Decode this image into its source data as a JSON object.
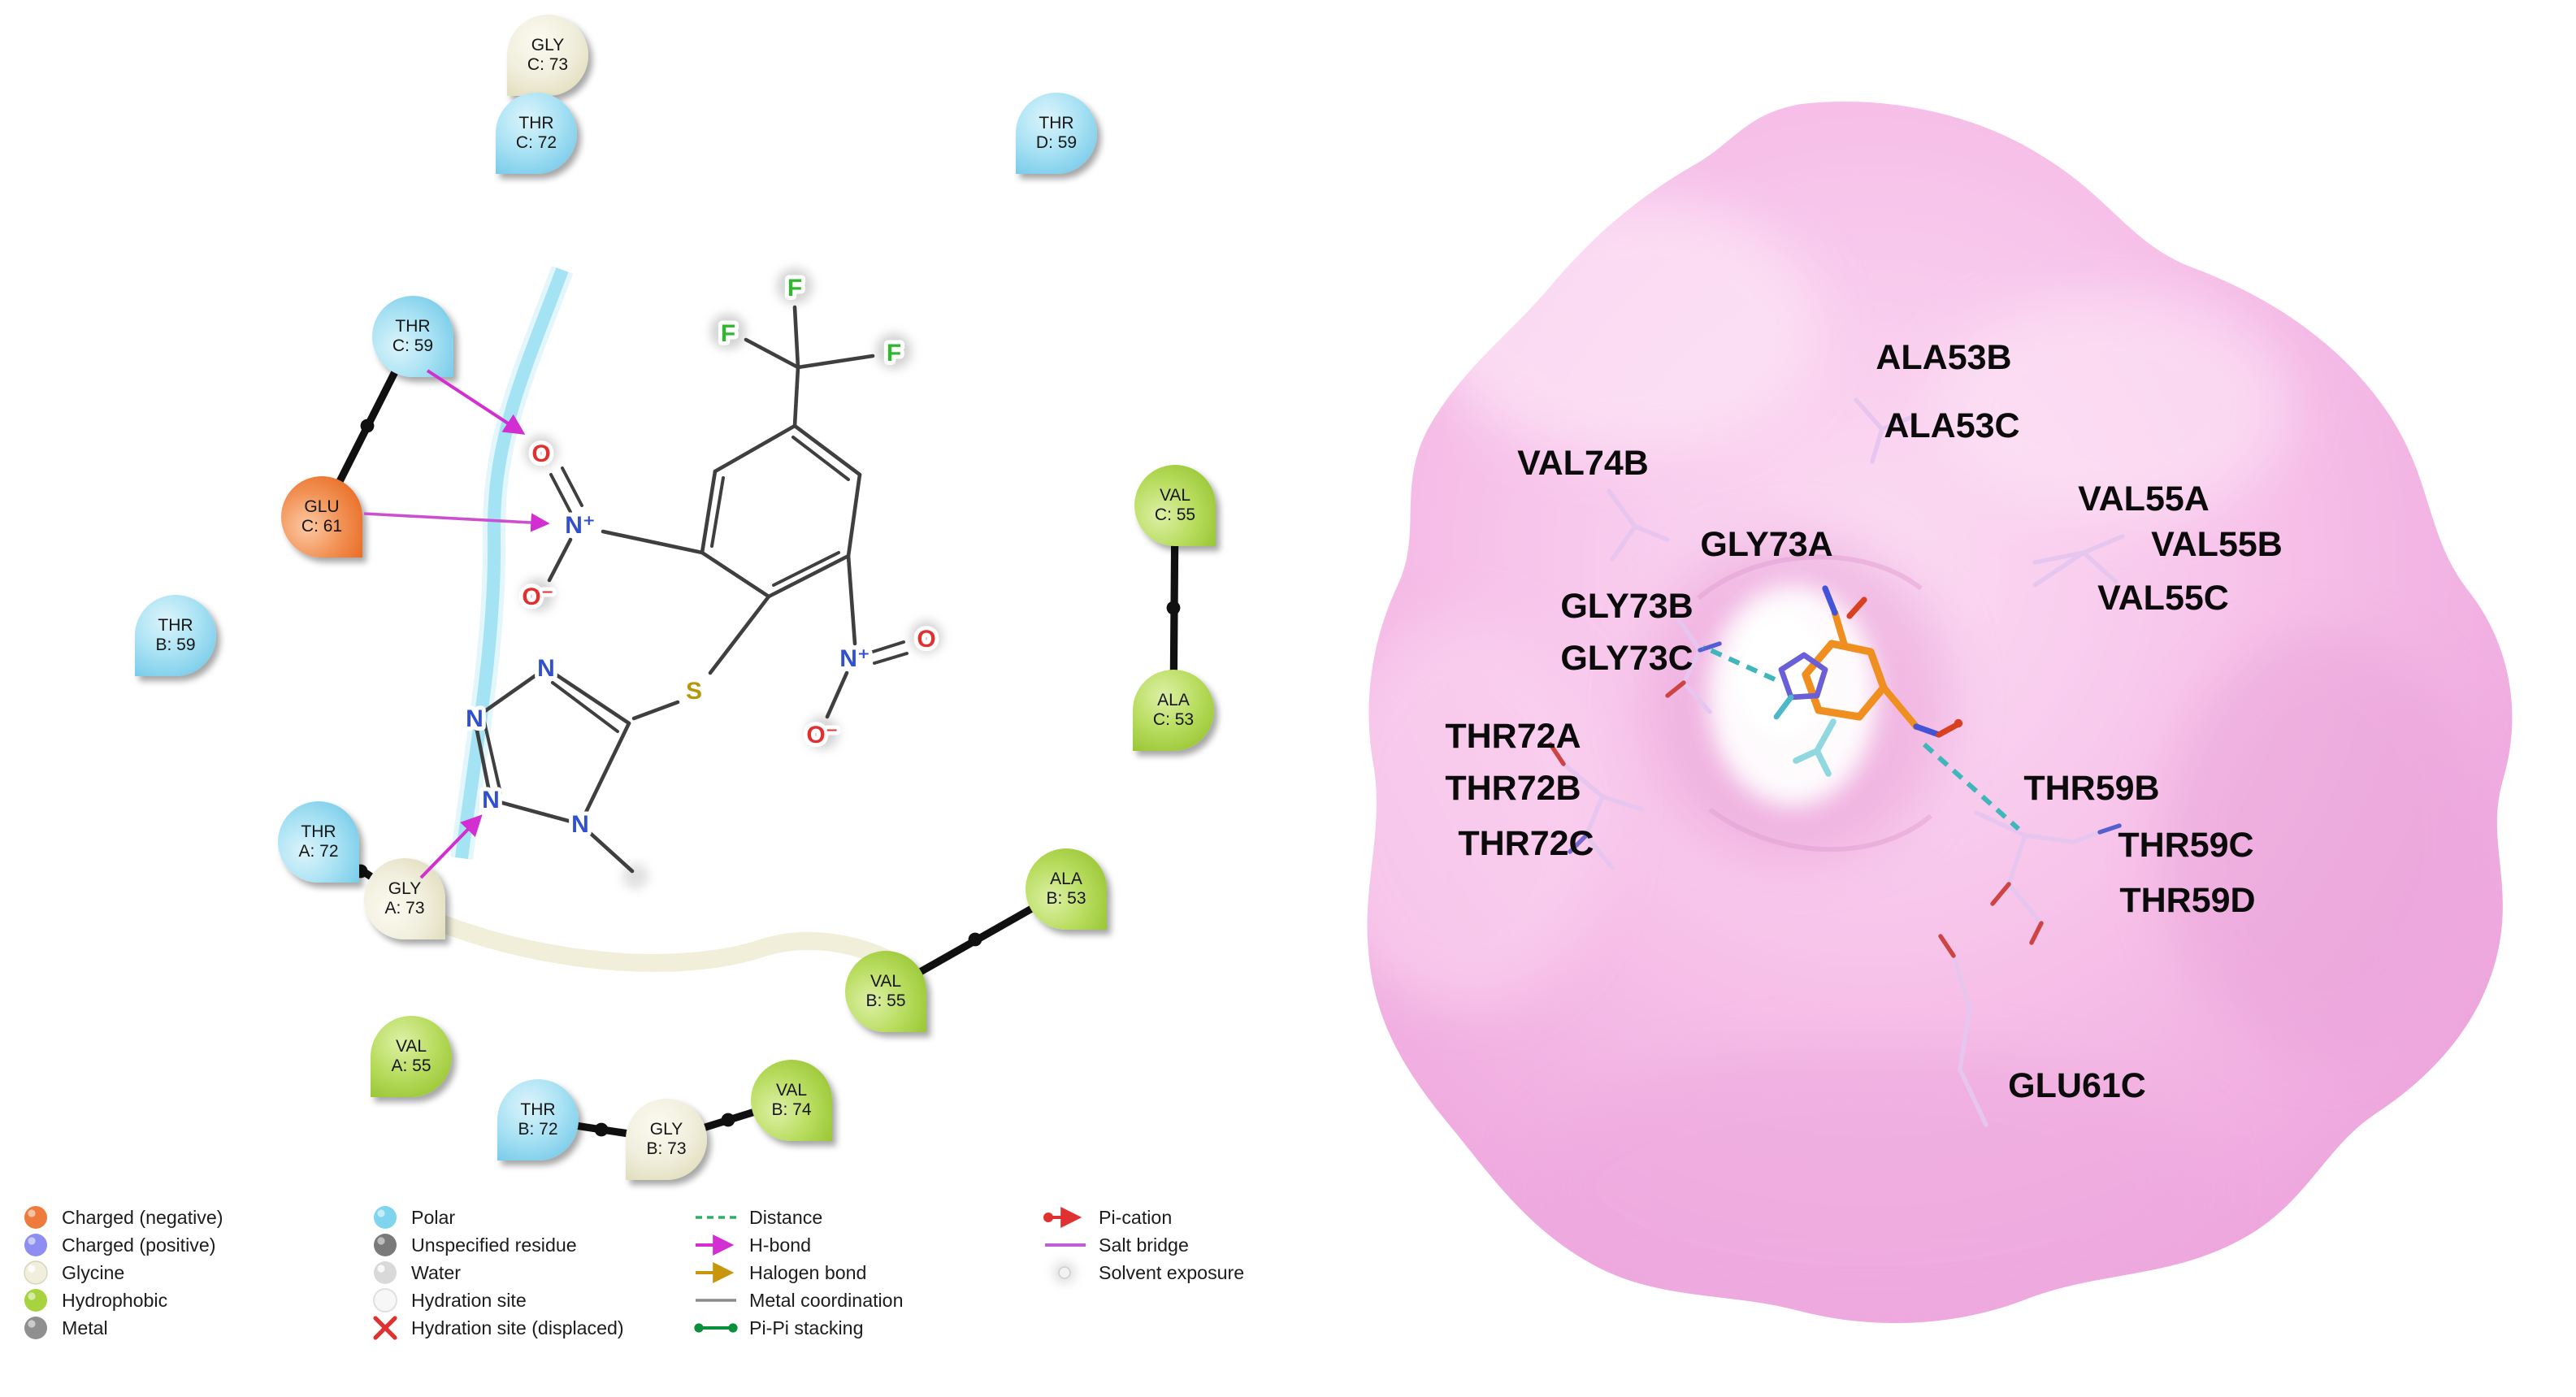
{
  "diagram2d": {
    "residues": [
      {
        "name": "GLY",
        "chain": "C: 73",
        "type": "glycine"
      },
      {
        "name": "THR",
        "chain": "C: 72",
        "type": "polar"
      },
      {
        "name": "THR",
        "chain": "D: 59",
        "type": "polar"
      },
      {
        "name": "THR",
        "chain": "C: 59",
        "type": "polar"
      },
      {
        "name": "GLU",
        "chain": "C: 61",
        "type": "charged-negative"
      },
      {
        "name": "THR",
        "chain": "B: 59",
        "type": "polar"
      },
      {
        "name": "THR",
        "chain": "A: 72",
        "type": "polar"
      },
      {
        "name": "GLY",
        "chain": "A: 73",
        "type": "glycine"
      },
      {
        "name": "VAL",
        "chain": "A: 55",
        "type": "hydrophobic"
      },
      {
        "name": "THR",
        "chain": "B: 72",
        "type": "polar"
      },
      {
        "name": "GLY",
        "chain": "B: 73",
        "type": "glycine"
      },
      {
        "name": "VAL",
        "chain": "B: 74",
        "type": "hydrophobic"
      },
      {
        "name": "VAL",
        "chain": "B: 55",
        "type": "hydrophobic"
      },
      {
        "name": "ALA",
        "chain": "B: 53",
        "type": "hydrophobic"
      },
      {
        "name": "VAL",
        "chain": "C: 55",
        "type": "hydrophobic"
      },
      {
        "name": "ALA",
        "chain": "C: 53",
        "type": "hydrophobic"
      }
    ],
    "molecule": {
      "atoms": {
        "f1": {
          "label": "F",
          "color": "#2eb82e"
        },
        "f2": {
          "label": "F",
          "color": "#2eb82e"
        },
        "f3": {
          "label": "F",
          "color": "#2eb82e"
        },
        "n1o_top": {
          "label": "O",
          "color": "#e03131"
        },
        "n1": {
          "label": "N⁺",
          "color": "#3050cf"
        },
        "n1o_bot": {
          "label": "O⁻",
          "color": "#e03131"
        },
        "n2": {
          "label": "N⁺",
          "color": "#3050cf"
        },
        "n2o_right": {
          "label": "O",
          "color": "#e03131"
        },
        "n2o_bot": {
          "label": "O⁻",
          "color": "#e03131"
        },
        "s": {
          "label": "S",
          "color": "#b8960c"
        },
        "t1": {
          "label": "N",
          "color": "#3050cf"
        },
        "t2": {
          "label": "N",
          "color": "#3050cf"
        },
        "t3": {
          "label": "N",
          "color": "#3050cf"
        },
        "t4": {
          "label": "N",
          "color": "#3050cf"
        }
      }
    },
    "interactions": [
      {
        "residue": "THR C: 59",
        "target": "nitro O",
        "type": "H-bond",
        "color": "#d22ed2"
      },
      {
        "residue": "GLU C: 61",
        "target": "N+",
        "type": "salt bridge",
        "color": "#cb4fd0"
      },
      {
        "residue": "GLY A: 73",
        "target": "tetrazole N",
        "type": "H-bond",
        "color": "#d22ed2"
      }
    ]
  },
  "legend": {
    "col1": [
      {
        "label": "Charged (negative)",
        "color": "#ee7b3d"
      },
      {
        "label": "Charged (positive)",
        "color": "#8d8df2"
      },
      {
        "label": "Glycine",
        "color": "#f0eedc"
      },
      {
        "label": "Hydrophobic",
        "color": "#a7d33f"
      },
      {
        "label": "Metal",
        "color": "#8f8f8f"
      }
    ],
    "col2": [
      {
        "label": "Polar",
        "color": "#7fd4ee"
      },
      {
        "label": "Unspecified residue",
        "color": "#7a7a7a"
      },
      {
        "label": "Water",
        "color": "#d9d9d9"
      },
      {
        "label": "Hydration site",
        "color": "#f7f7f7"
      },
      {
        "label": "Hydration site (displaced)",
        "color": "#e03131"
      }
    ],
    "col3": [
      {
        "label": "Distance",
        "color": "#2fae68"
      },
      {
        "label": "H-bond",
        "color": "#d22ed2"
      },
      {
        "label": "Halogen bond",
        "color": "#c8950c"
      },
      {
        "label": "Metal coordination",
        "color": "#8a8a8a"
      },
      {
        "label": "Pi-Pi stacking",
        "color": "#0a8f3c"
      }
    ],
    "col4": [
      {
        "label": "Pi-cation",
        "color": "#e03131"
      },
      {
        "label": "Salt bridge",
        "color": "#bf5fd6"
      },
      {
        "label": "Solvent exposure",
        "color": "#bdbdbd"
      }
    ]
  },
  "view3d": {
    "labels": [
      "VAL74B",
      "ALA53B",
      "ALA53C",
      "VAL55A",
      "VAL55B",
      "VAL55C",
      "GLY73A",
      "GLY73B",
      "GLY73C",
      "THR72A",
      "THR72B",
      "THR72C",
      "THR59B",
      "THR59C",
      "THR59D",
      "GLU61C"
    ],
    "surface_color": "#f6c0e9",
    "ligand_color": "#ef8f1f",
    "hbond_dash_color": "#3fb6ba"
  }
}
